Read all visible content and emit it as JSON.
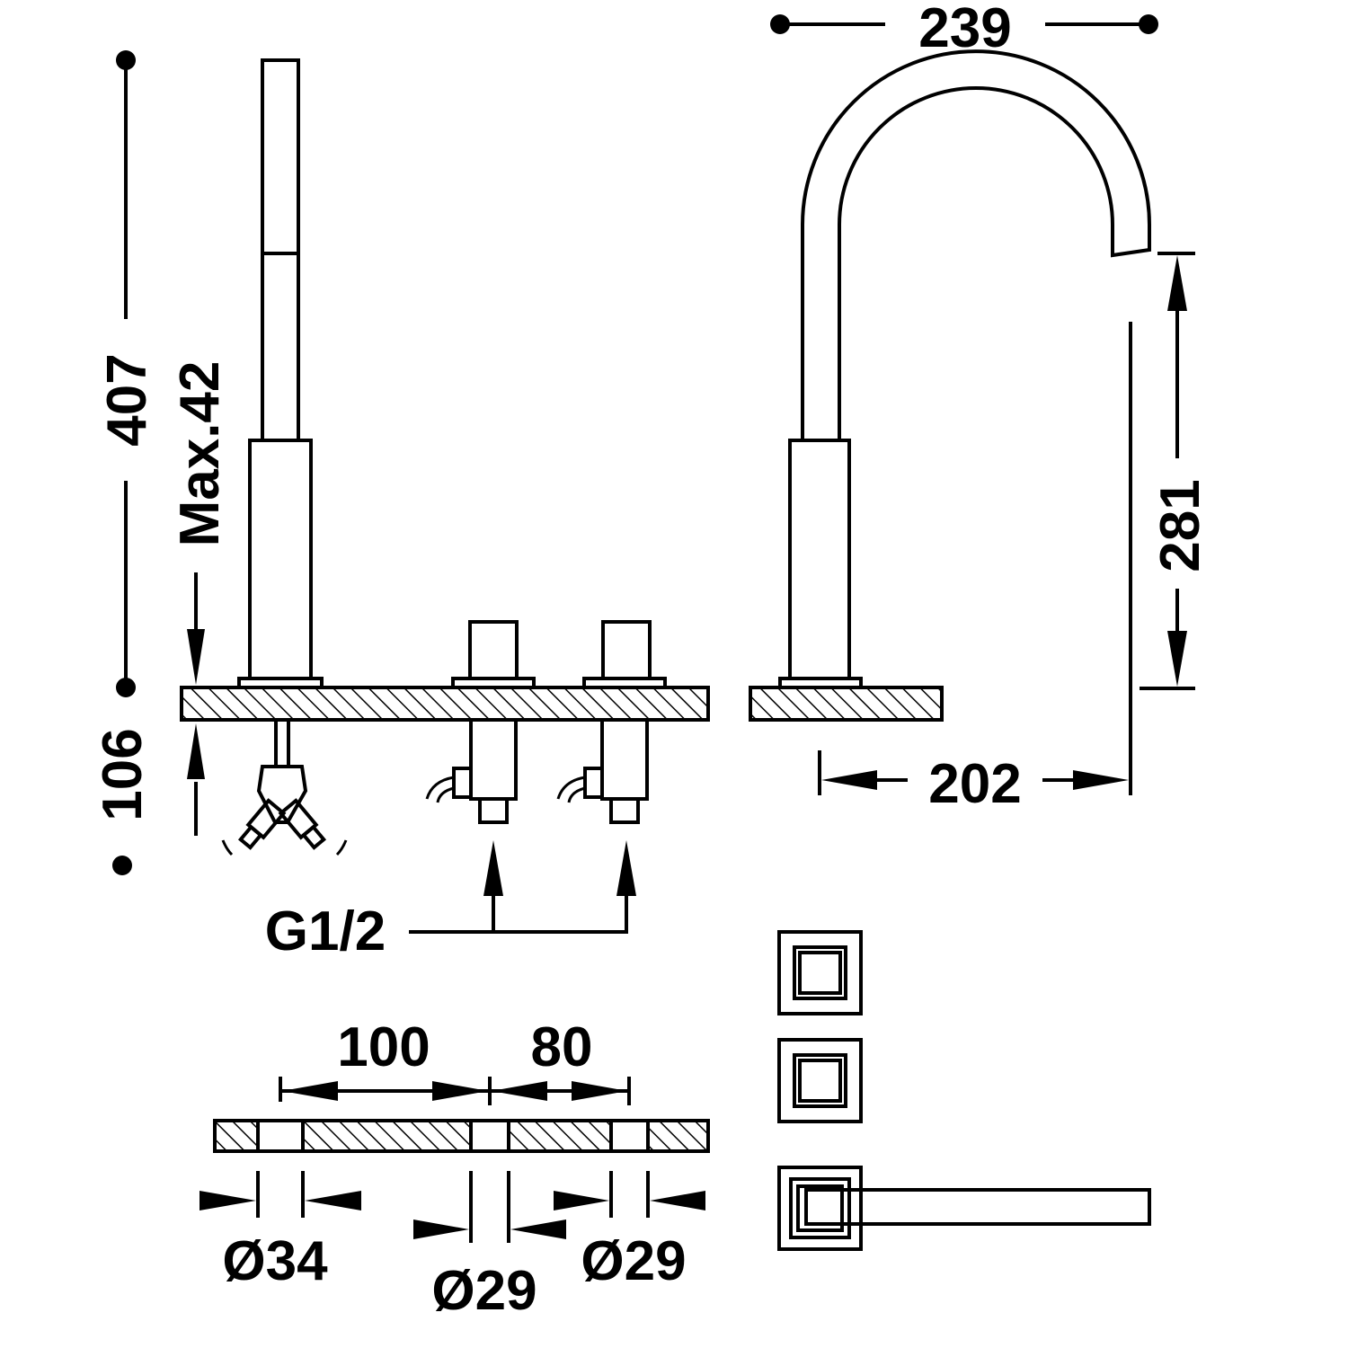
{
  "dimensions": {
    "spout_reach": "239",
    "total_height": "407",
    "max_deck_thickness": "Max.42",
    "below_deck_depth": "106",
    "spout_outlet_height": "281",
    "spout_projection": "202",
    "connection_thread": "G1/2",
    "hole_spacing_left": "100",
    "hole_spacing_right": "80",
    "hole_diameter_left": "Ø34",
    "hole_diameter_middle": "Ø29",
    "hole_diameter_right": "Ø29"
  }
}
